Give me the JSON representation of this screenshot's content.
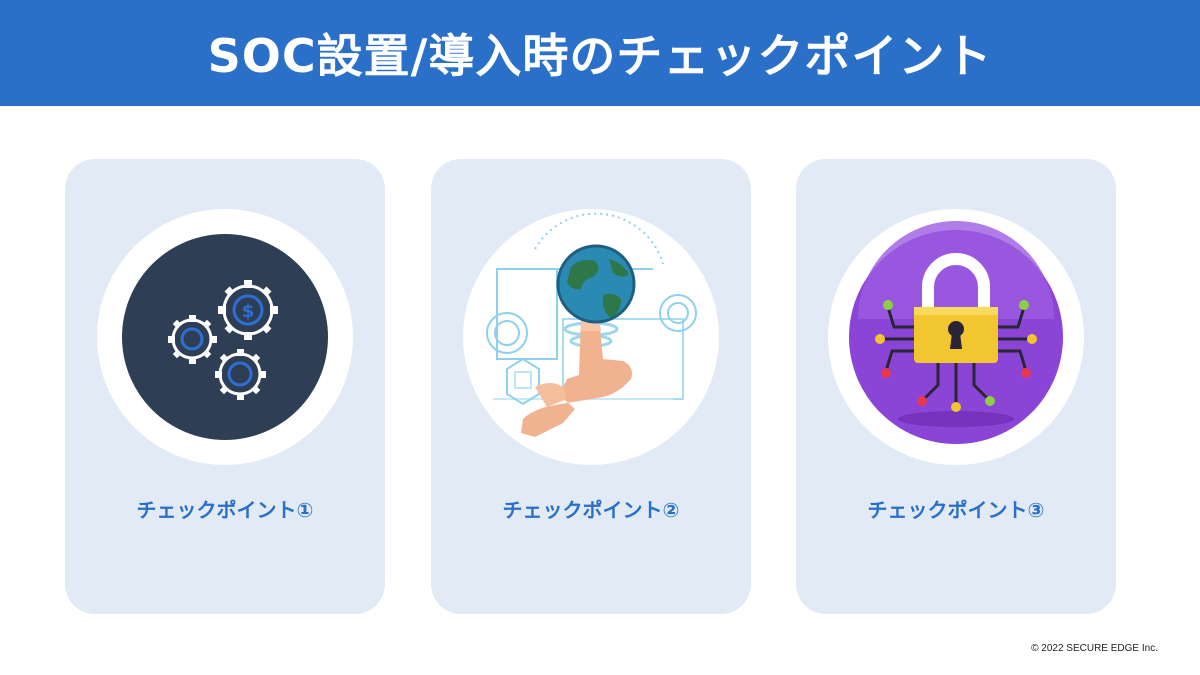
{
  "header": {
    "title": "SOC設置/導入時のチェックポイント"
  },
  "cards": [
    {
      "label": "チェックポイント①",
      "icon": "gears-dollar-icon"
    },
    {
      "label": "チェックポイント②",
      "icon": "globe-hand-icon"
    },
    {
      "label": "チェックポイント③",
      "icon": "padlock-circuit-icon"
    }
  ],
  "footer": {
    "copyright": "© 2022 SECURE EDGE Inc."
  },
  "colors": {
    "header_bg": "#2a6fc8",
    "card_bg": "#e2eaf5",
    "label_text": "#2a6fc8",
    "icon1_bg": "#2e3f55",
    "icon3_bg": "#8b45d6",
    "lock_body": "#f2c62f"
  }
}
